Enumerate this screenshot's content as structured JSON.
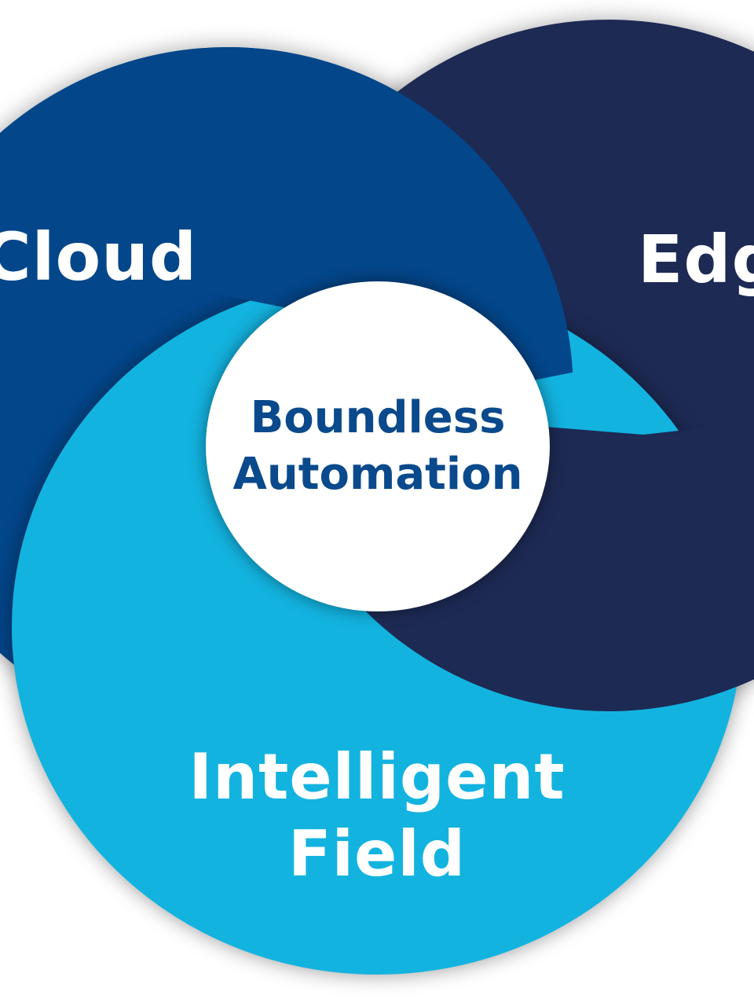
{
  "diagram": {
    "type": "venn",
    "center": {
      "line1": "Boundless",
      "line2": "Automation",
      "text_color": "#0a4a8c",
      "fill_color": "#ffffff"
    },
    "circles": [
      {
        "id": "cloud",
        "label": "Cloud",
        "color": "#03468a"
      },
      {
        "id": "edge",
        "label": "Edg",
        "color": "#1d2a54"
      },
      {
        "id": "field",
        "label_line1": "Intelligent",
        "label_line2": "Field",
        "color": "#13b3e0"
      }
    ]
  }
}
